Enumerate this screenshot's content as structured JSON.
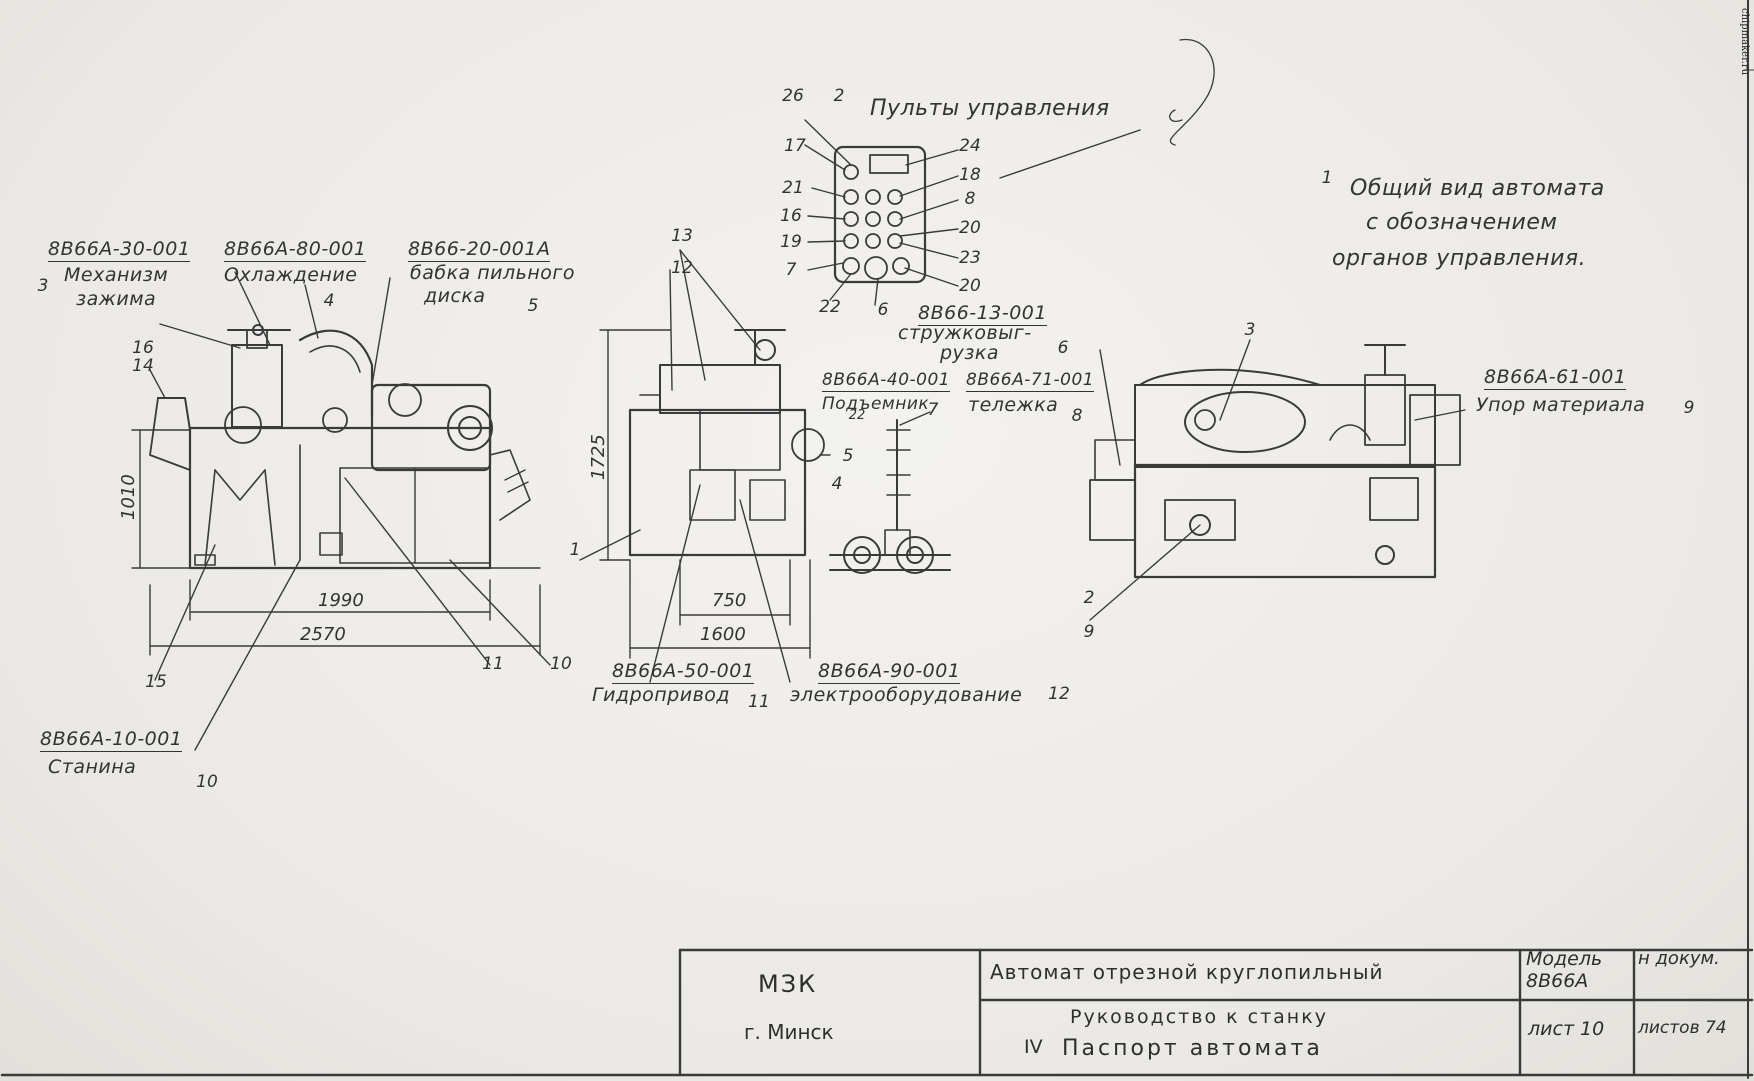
{
  "watermark": "chipmaker.ru",
  "header": {
    "panel_title": "Пульты управления",
    "panel_callouts": [
      "26",
      "2"
    ],
    "general_view_num": "1",
    "general_view_lines": [
      "Общий вид автомата",
      "с обозначением",
      "органов управления."
    ]
  },
  "panel_buttons": {
    "left": [
      "17",
      "21",
      "16",
      "19",
      "7"
    ],
    "right": [
      "24",
      "18",
      "8",
      "20",
      "23",
      "20"
    ],
    "bottom": [
      "22",
      "6"
    ]
  },
  "assemblies": [
    {
      "num": "3",
      "code": "8В66А-30-001",
      "name_lines": [
        "Механизм",
        "зажима"
      ]
    },
    {
      "num": "4",
      "code": "8В66А-80-001",
      "name_lines": [
        "Охлаждение"
      ]
    },
    {
      "num": "5",
      "code": "8В66-20-001А",
      "name_lines": [
        "бабка пильного",
        "диска"
      ]
    },
    {
      "num": "6",
      "code": "8В66-13-001",
      "name_lines": [
        "стружковыг-",
        "рузка"
      ]
    },
    {
      "num": "7",
      "code": "8В66А-40-001",
      "name_lines": [
        "Подъемник"
      ]
    },
    {
      "num": "8",
      "code": "8В66А-71-001",
      "name_lines": [
        "тележка"
      ]
    },
    {
      "num": "9",
      "code": "8В66А-61-001",
      "name_lines": [
        "Упор материала"
      ]
    },
    {
      "num": "10",
      "code": "8В66А-10-001",
      "name_lines": [
        "Станина"
      ]
    },
    {
      "num": "11",
      "code": "8В66А-50-001",
      "name_lines": [
        "Гидропривод"
      ]
    },
    {
      "num": "12",
      "code": "8В66А-90-001",
      "name_lines": [
        "электрооборудование"
      ]
    }
  ],
  "callouts": {
    "front_left": [
      "16",
      "14",
      "15",
      "11",
      "10"
    ],
    "side": [
      "13",
      "12",
      "1",
      "5",
      "4",
      "22"
    ],
    "rear": [
      "3",
      "2",
      "9"
    ]
  },
  "dimensions": {
    "front_height": "1010",
    "front_width_inner": "1990",
    "front_width_outer": "2570",
    "side_height": "1725",
    "side_width_inner": "750",
    "side_width_outer": "1600"
  },
  "title_block": {
    "org": "МЗК",
    "city": "г. Минск",
    "product": "Автомат отрезной круглопильный",
    "doc_line1": "Руководство к станку",
    "doc_section": "IV",
    "doc_line2": "Паспорт автомата",
    "model_label": "Модель",
    "model_value": "8В66А",
    "docnum_label": "н докум.",
    "sheet": "лист 10",
    "sheets": "листов 74"
  }
}
